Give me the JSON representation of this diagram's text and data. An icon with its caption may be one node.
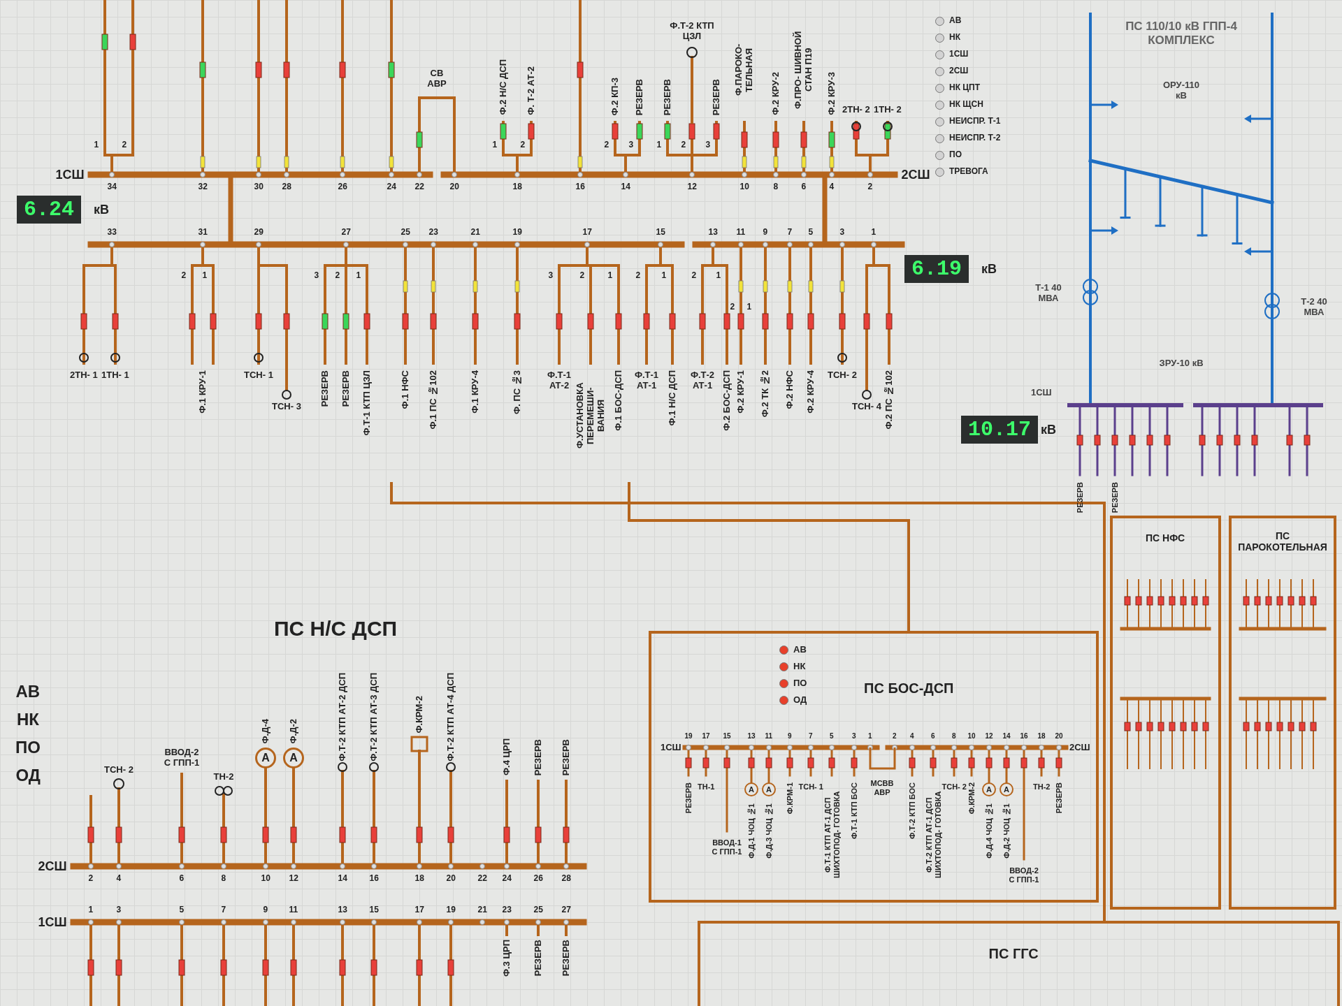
{
  "diagram": {
    "labels": [
      "1",
      "2",
      "СВ АВР",
      "Ф.2 Н/С ДСП",
      "Ф. Т-2 АТ-2",
      "1",
      "2",
      "Ф.2 КП-3",
      "РЕЗЕРВ",
      "2",
      "3",
      "Ф.Т-2 КТП ЦЗЛ",
      "РЕЗЕРВ",
      "РЕЗЕРВ",
      "1",
      "2",
      "3",
      "Ф.ПАРОКО- ТЕЛЬНАЯ",
      "Ф.2 КРУ-2",
      "Ф.ПРО- ШИВНОЙ СТАН П19",
      "Ф.2 КРУ-3",
      "2ТН- 2",
      "1ТН- 2",
      "1СШ",
      "34",
      "32",
      "30",
      "28",
      "26",
      "24",
      "22",
      "20",
      "18",
      "16",
      "14",
      "12",
      "10",
      "8",
      "6",
      "4",
      "2",
      "2СШ",
      "6.24",
      "кВ",
      "6.19",
      "кВ",
      "33",
      "31",
      "29",
      "27",
      "25",
      "23",
      "21",
      "19",
      "17",
      "15",
      "13",
      "11",
      "9",
      "7",
      "5",
      "3",
      "1",
      "2ТН- 1",
      "1ТН- 1",
      "Ф.1 КРУ-1",
      "2",
      "1",
      "ТСН- 1",
      "ТСН- 3",
      "3",
      "2",
      "1",
      "РЕЗЕРВ",
      "РЕЗЕРВ",
      "Ф.Т-1 КТП ЦЗЛ",
      "Ф.1 НФС",
      "Ф.1 ПС №102",
      "Ф.1 КРУ-4",
      "Ф. ПС №3",
      "3",
      "2",
      "1",
      "Ф.Т-1 АТ-2",
      "Ф.УСТАНОВКА ПЕРЕМЕШИ- ВАНИЯ",
      "Ф.1 БОС-ДСП",
      "2",
      "1",
      "Ф.Т-1 АТ-1",
      "Ф.1 Н/С ДСП",
      "2",
      "1",
      "Ф.Т-2 АТ-1",
      "Ф.2 БОС-ДСП",
      "2",
      "1",
      "Ф.2 КРУ-1",
      "Ф.2 ТК №2",
      "Ф.2 НФС",
      "Ф.2 КРУ-4",
      "ТСН- 2",
      "ТСН- 4",
      "Ф.2 ПС №102",
      "АВ",
      "НК",
      "1СШ",
      "2СШ",
      "НК ЦПТ",
      "НК ЩСН",
      "НЕИСПР. Т-1",
      "НЕИСПР. Т-2",
      "ПО",
      "ТРЕВОГА",
      "ПС 110/10 кВ ГПП-4 КОМПЛЕКС",
      "ОРУ-110 кВ",
      "Т-1 40 МВА",
      "Т-2 40 МВА",
      "ЗРУ-10 кВ",
      "1СШ",
      "10.17",
      "кВ",
      "РЕЗЕРВ",
      "РЕЗЕРВ",
      "ПС Н/С ДСП",
      "АВ",
      "НК",
      "ПО",
      "ОД",
      "ТСН- 2",
      "ВВОД-2 С ГПП-1",
      "ТН-2",
      "А",
      "А",
      "Ф.Д-4",
      "Ф.Д-2",
      "Ф.Т-2 КТП АТ-2 ДСП",
      "Ф.Т-2 КТП АТ-3 ДСП",
      "Ф.КРМ-2",
      "Ф.Т-2 КТП АТ-4 ДСП",
      "Ф.4 ЦРП",
      "РЕЗЕРВ",
      "РЕЗЕРВ",
      "2",
      "4",
      "6",
      "8",
      "10",
      "12",
      "14",
      "16",
      "18",
      "20",
      "22",
      "24",
      "26",
      "28",
      "2СШ",
      "1",
      "3",
      "5",
      "7",
      "9",
      "11",
      "13",
      "15",
      "17",
      "19",
      "21",
      "23",
      "25",
      "27",
      "1СШ",
      "Ф.3 ЦРП",
      "РЕЗЕРВ",
      "РЕЗЕРВ",
      "АВ",
      "НК",
      "ПО",
      "ОД",
      "ПС БОС-ДСП",
      "1СШ",
      "19",
      "17",
      "15",
      "13",
      "11",
      "9",
      "7",
      "5",
      "3",
      "1",
      "2",
      "4",
      "6",
      "8",
      "10",
      "12",
      "14",
      "16",
      "18",
      "20",
      "2СШ",
      "РЕЗЕРВ",
      "ТН-1",
      "ВВОД-1 С ГПП-1",
      "А",
      "А",
      "Ф.Д-1 ЧОЦ №1",
      "Ф.Д-3 ЧОЦ №1",
      "Ф.КРМ-1",
      "ТСН- 1",
      "Ф.Т-1 КТП АТ-1 ДСП ШИХТОПОД- ГОТОВКА",
      "Ф.Т-1 КТП БОС",
      "МСВВ АВР",
      "Ф.Т-2 КТП БОС",
      "Ф.Т-2 КТП АТ-1 ДСП ШИХТОПОД- ГОТОВКА",
      "ТСН- 2",
      "Ф.КРМ-2",
      "А",
      "А",
      "Ф.Д-4 ЧОЦ №1",
      "Ф.Д-2 ЧОЦ №1",
      "ВВОД-2 С ГПП-1",
      "ТН-2",
      "РЕЗЕРВ",
      "ПС НФС",
      "ПС ПАРОКОТЕЛЬНАЯ",
      "ПС ГГС"
    ]
  }
}
